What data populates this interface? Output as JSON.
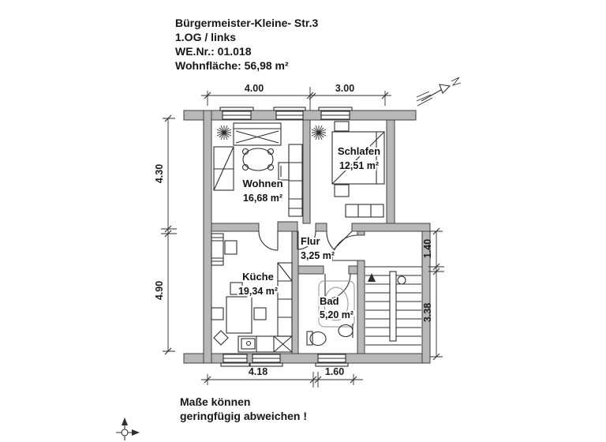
{
  "title_block": {
    "line1": "Bürgermeister-Kleine- Str.3",
    "line2": "1.OG / links",
    "line3": "WE.Nr.: 01.018",
    "line4": "Wohnfläche: 56,98 m²"
  },
  "rooms": [
    {
      "name": "Wohnen",
      "area": "16,68 m²"
    },
    {
      "name": "Schlafen",
      "area": "12,51 m²"
    },
    {
      "name": "Flur",
      "area": "3,25 m²"
    },
    {
      "name": "Küche",
      "area": "19,34 m²"
    },
    {
      "name": "Bad",
      "area": "5,20 m²"
    }
  ],
  "dimensions": {
    "top": [
      "4.00",
      "3.00"
    ],
    "left": [
      "4.30",
      "4.90"
    ],
    "right": [
      "1.40",
      "3.38"
    ],
    "bottom": [
      "4.18",
      "1.60"
    ]
  },
  "note": {
    "line1": "Maße können",
    "line2": "geringfügig abweichen !"
  },
  "icons": {
    "north_arrow": "north-arrow-icon",
    "origin_axes": "axes-icon"
  },
  "colors": {
    "background": "#ffffff",
    "wall_fill": "#b8b8b8",
    "line": "#2e2e2e",
    "text": "#161616"
  }
}
